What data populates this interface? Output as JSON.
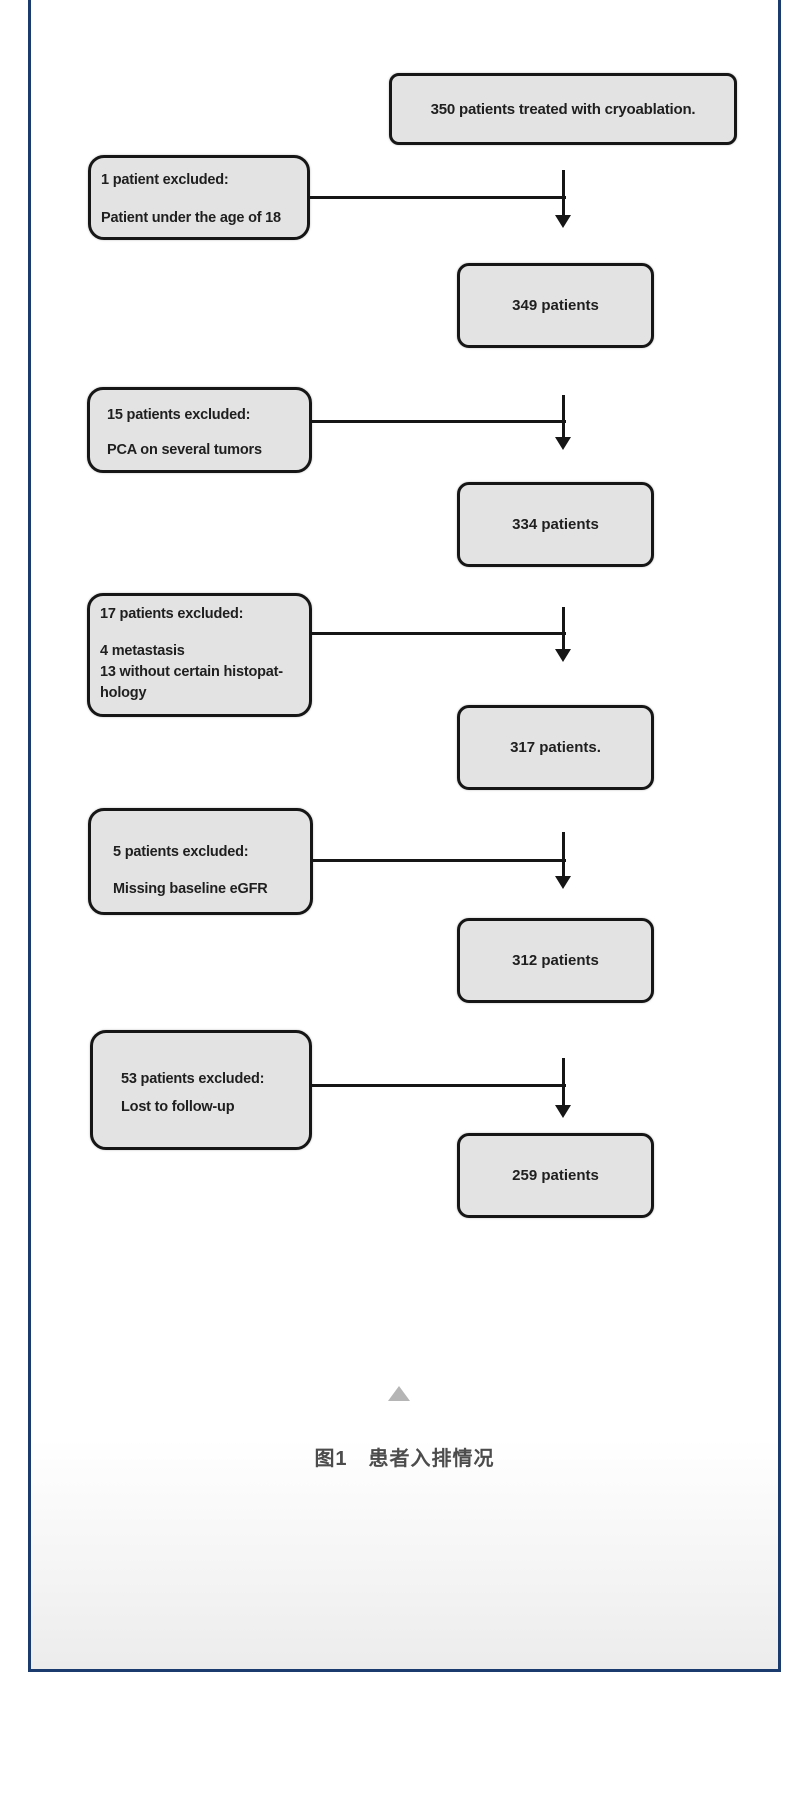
{
  "page": {
    "panel_border_color": "#1b3a6e",
    "box_fill_color": "#e3e3e3",
    "box_border_color": "#161616",
    "caption": "图1　患者入排情况",
    "collapse_icon": "triangle-up"
  },
  "flow": {
    "top_box": "350 patients treated with cryoablation.",
    "stages": [
      {
        "exclusion": {
          "lines": [
            "1 patient excluded:",
            "Patient under the age of 18"
          ]
        },
        "result": "349 patients"
      },
      {
        "exclusion": {
          "lines": [
            "15 patients excluded:",
            "PCA on several tumors"
          ]
        },
        "result": "334 patients"
      },
      {
        "exclusion": {
          "lines": [
            "17 patients excluded:",
            "4 metastasis",
            "13 without certain histopat-",
            "hology"
          ]
        },
        "result": "317 patients."
      },
      {
        "exclusion": {
          "lines": [
            "5 patients excluded:",
            "Missing baseline eGFR"
          ]
        },
        "result": "312 patients"
      },
      {
        "exclusion": {
          "lines": [
            "53 patients excluded:",
            "Lost to follow-up"
          ]
        },
        "result": "259 patients"
      }
    ]
  }
}
